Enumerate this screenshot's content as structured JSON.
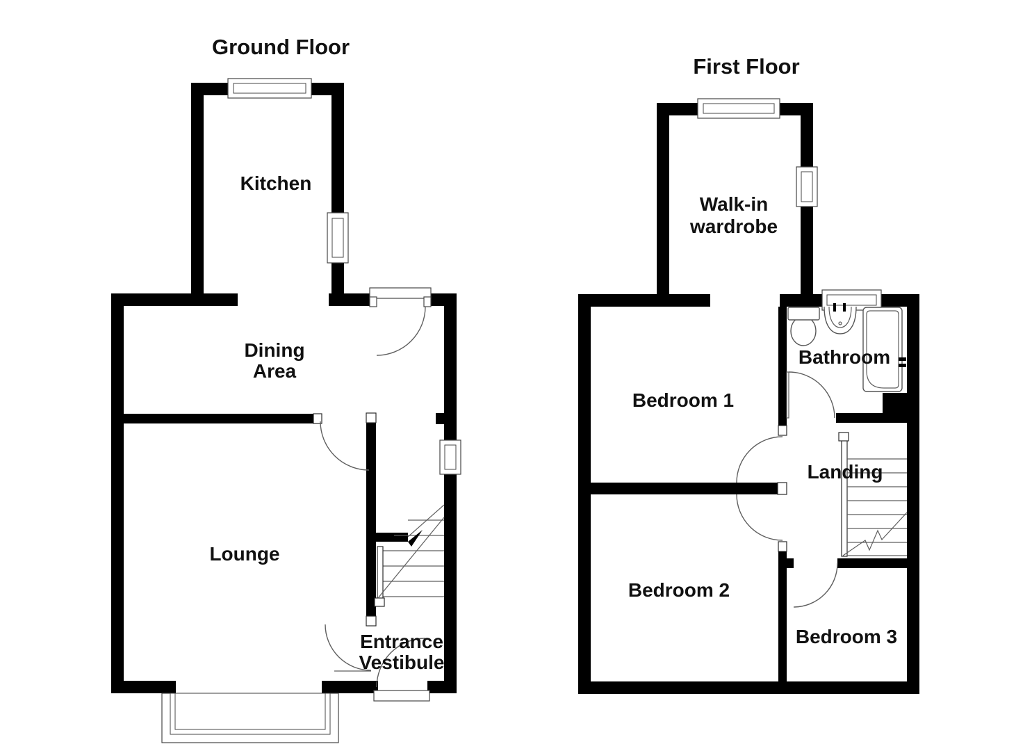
{
  "colors": {
    "wall": "#000000",
    "line": "#5f5f5f",
    "background": "#ffffff",
    "label": "#111111"
  },
  "ground_floor": {
    "title": "Ground Floor",
    "rooms": {
      "kitchen": "Kitchen",
      "dining_line1": "Dining",
      "dining_line2": "Area",
      "lounge": "Lounge",
      "vestibule_line1": "Entrance",
      "vestibule_line2": "Vestibule"
    }
  },
  "first_floor": {
    "title": "First Floor",
    "rooms": {
      "wardrobe_line1": "Walk-in",
      "wardrobe_line2": "wardrobe",
      "bedroom1": "Bedroom 1",
      "bathroom": "Bathroom",
      "landing": "Landing",
      "bedroom2": "Bedroom 2",
      "bedroom3": "Bedroom 3"
    }
  }
}
